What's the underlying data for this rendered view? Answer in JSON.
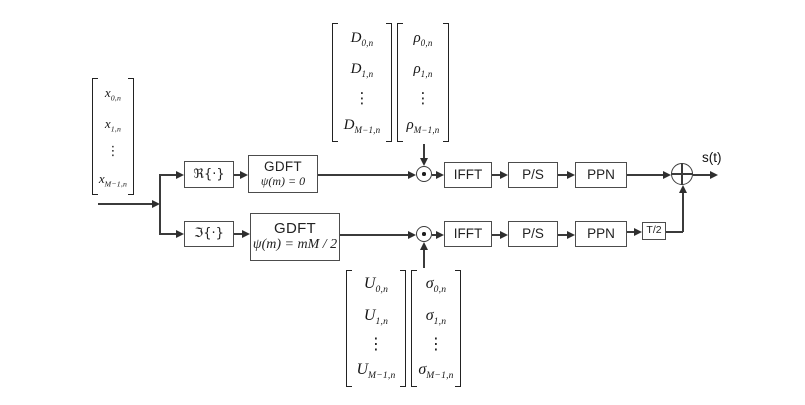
{
  "diagram": {
    "output_label": "s(t)",
    "blocks": {
      "real": "ℜ{·}",
      "imag": "ℑ{·}",
      "gdft_top_title": "GDFT",
      "gdft_top_phase": "ψ(m) = 0",
      "gdft_bottom_title": "GDFT",
      "gdft_bottom_phase": "ψ(m) = mM / 2",
      "ifft_top": "IFFT",
      "ps_top": "P/S",
      "ppn_top": "PPN",
      "ifft_bottom": "IFFT",
      "ps_bottom": "P/S",
      "ppn_bottom": "PPN",
      "delay": "T/2"
    },
    "operators": {
      "multiplier_top": "circled-dot",
      "multiplier_bottom": "circled-dot",
      "adder": "circled-plus"
    },
    "matrices": {
      "x": {
        "rows": [
          {
            "base": "x",
            "sub": "0,n"
          },
          {
            "base": "x",
            "sub": "1,n"
          },
          {
            "base": "⋮",
            "sub": ""
          },
          {
            "base": "x",
            "sub": "M−1,n"
          }
        ]
      },
      "d": {
        "rows": [
          {
            "base": "D",
            "sub": "0,n"
          },
          {
            "base": "D",
            "sub": "1,n"
          },
          {
            "base": "⋮",
            "sub": ""
          },
          {
            "base": "D",
            "sub": "M−1,n"
          }
        ]
      },
      "rho": {
        "rows": [
          {
            "base": "ρ",
            "sub": "0,n"
          },
          {
            "base": "ρ",
            "sub": "1,n"
          },
          {
            "base": "⋮",
            "sub": ""
          },
          {
            "base": "ρ",
            "sub": "M−1,n"
          }
        ]
      },
      "u": {
        "rows": [
          {
            "base": "U",
            "sub": "0,n"
          },
          {
            "base": "U",
            "sub": "1,n"
          },
          {
            "base": "⋮",
            "sub": ""
          },
          {
            "base": "U",
            "sub": "M−1,n"
          }
        ]
      },
      "sigma": {
        "rows": [
          {
            "base": "σ",
            "sub": "0,n"
          },
          {
            "base": "σ",
            "sub": "1,n"
          },
          {
            "base": "⋮",
            "sub": ""
          },
          {
            "base": "σ",
            "sub": "M−1,n"
          }
        ]
      }
    }
  }
}
